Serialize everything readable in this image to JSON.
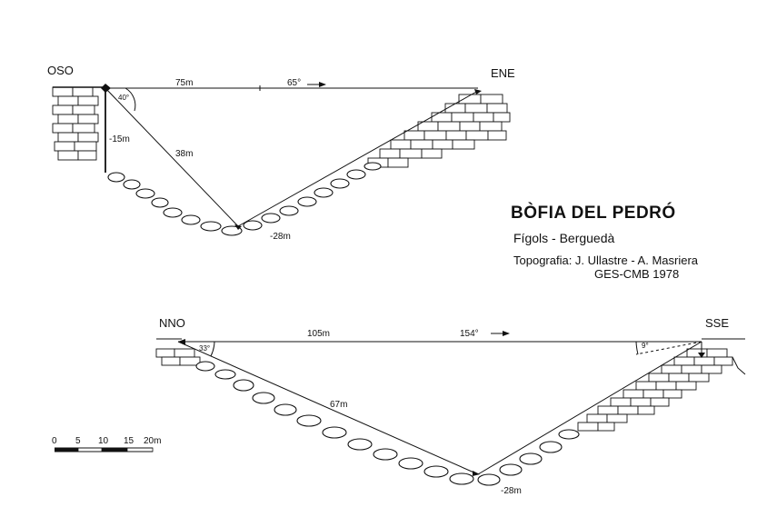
{
  "title": "BÒFIA DEL PEDRÓ",
  "location": "Fígols - Berguedà",
  "credits": "Topografia: J. Ullastre - A. Masriera",
  "credits_org": "GES-CMB   1978",
  "section1": {
    "left_dir": "OSO",
    "right_dir": "ENE",
    "top_length": "75m",
    "bearing": "65°",
    "shaft_depth": "-15m",
    "slope_length": "38m",
    "bottom_depth": "-28m",
    "angle": "40°"
  },
  "section2": {
    "left_dir": "NNO",
    "right_dir": "SSE",
    "top_length": "105m",
    "bearing": "154°",
    "slope_length": "67m",
    "bottom_depth": "-28m",
    "angle_left": "33°",
    "angle_right": "9°"
  },
  "scale": {
    "labels": [
      "0",
      "5",
      "10",
      "15",
      "20m"
    ]
  }
}
